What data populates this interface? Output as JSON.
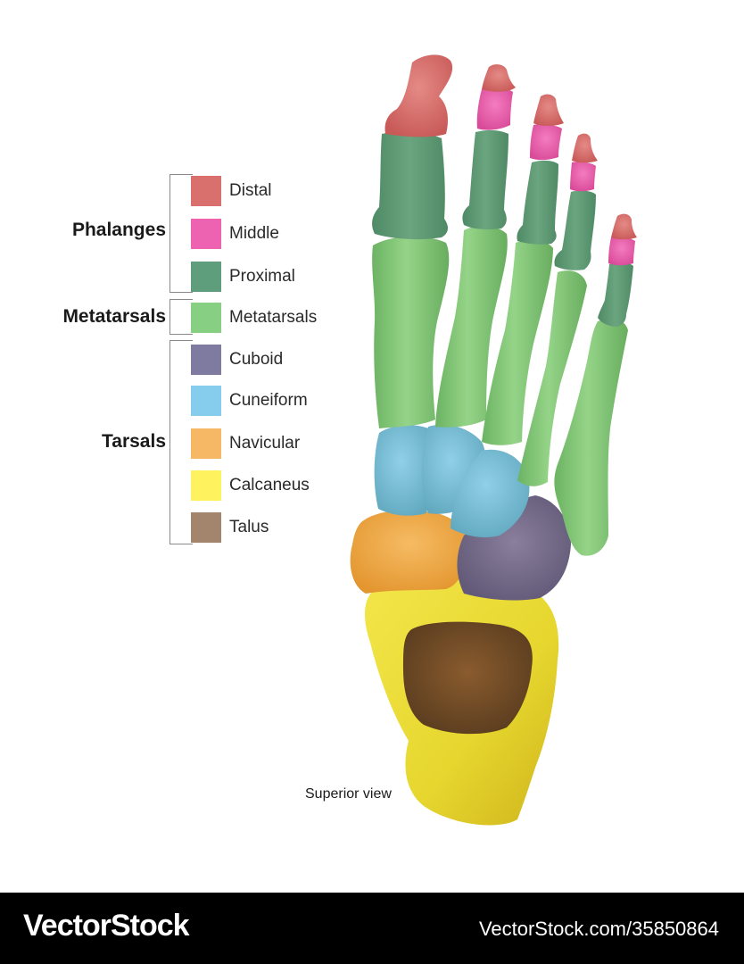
{
  "groups": [
    {
      "name": "Phalanges"
    },
    {
      "name": "Metatarsals"
    },
    {
      "name": "Tarsals"
    }
  ],
  "legend": [
    {
      "label": "Distal",
      "color": "#d9706d"
    },
    {
      "label": "Middle",
      "color": "#ee62b2"
    },
    {
      "label": "Proximal",
      "color": "#5f9e7d"
    },
    {
      "label": "Metatarsals",
      "color": "#87cf82"
    },
    {
      "label": "Cuboid",
      "color": "#7f7aa0"
    },
    {
      "label": "Cuneiform",
      "color": "#86ccec"
    },
    {
      "label": "Navicular",
      "color": "#f6b864"
    },
    {
      "label": "Calcaneus",
      "color": "#fff25f"
    },
    {
      "label": "Talus",
      "color": "#a2856c"
    }
  ],
  "caption": "Superior view",
  "footer": {
    "brand": "VectorStock",
    "image_id": "VectorStock.com/35850864"
  }
}
